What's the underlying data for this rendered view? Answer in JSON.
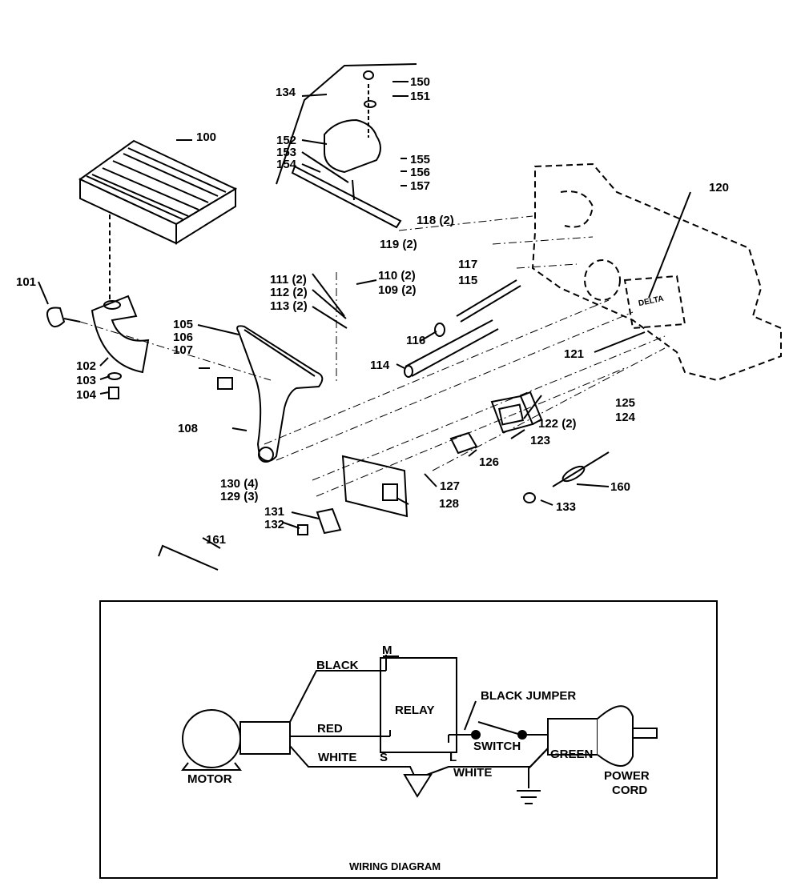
{
  "parts": {
    "p100": "100",
    "p101": "101",
    "p102": "102",
    "p103": "103",
    "p104": "104",
    "p105": "105",
    "p106": "106",
    "p107": "107",
    "p108": "108",
    "p109": "109 (2)",
    "p110": "110 (2)",
    "p111": "111 (2)",
    "p112": "112 (2)",
    "p113": "113 (2)",
    "p114": "114",
    "p115": "115",
    "p116": "116",
    "p117": "117",
    "p118": "118 (2)",
    "p119": "119 (2)",
    "p120": "120",
    "p121": "121",
    "p122": "122 (2)",
    "p123": "123",
    "p124": "124",
    "p125": "125",
    "p126": "126",
    "p127": "127",
    "p128": "128",
    "p129": "129 (3)",
    "p130": "130 (4)",
    "p131": "131",
    "p132": "132",
    "p133": "133",
    "p134": "134",
    "p150": "150",
    "p151": "151",
    "p152": "152",
    "p153": "153",
    "p154": "154",
    "p155": "155",
    "p156": "156",
    "p157": "157",
    "p160": "160",
    "p161": "161",
    "logo": "DELTA"
  },
  "wiring": {
    "title": "WIRING DIAGRAM",
    "motor": "MOTOR",
    "relay": "RELAY",
    "terminal_m": "M",
    "terminal_s": "S",
    "terminal_l": "L",
    "black": "BLACK",
    "red": "RED",
    "white_left": "WHITE",
    "white_right": "WHITE",
    "black_jumper": "BLACK JUMPER",
    "switch": "SWITCH",
    "green": "GREEN",
    "power": "POWER",
    "cord": "CORD"
  }
}
